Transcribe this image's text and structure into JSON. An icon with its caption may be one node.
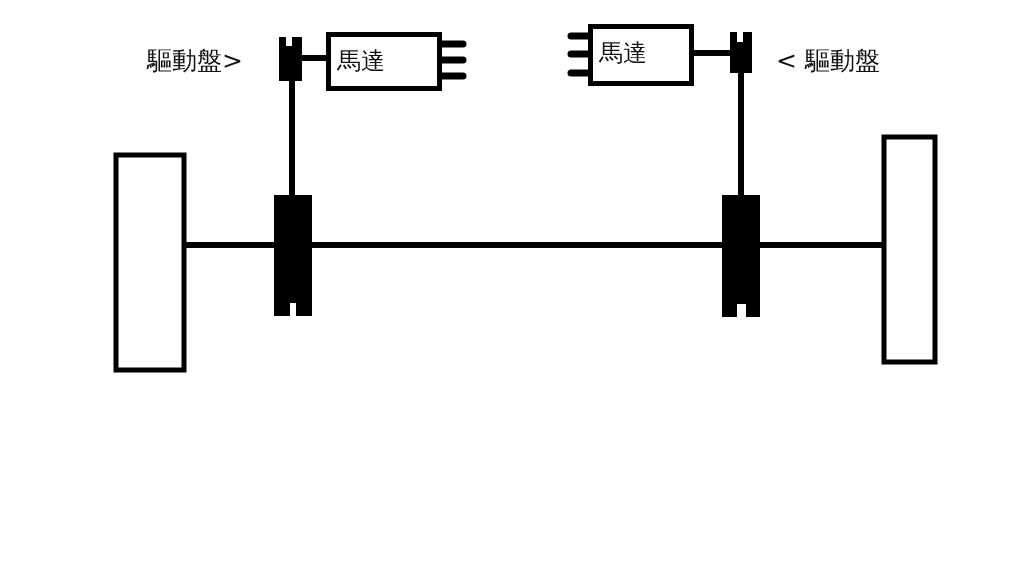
{
  "diagram": {
    "nodes": [
      {
        "text": [
          "馬達"
        ]
      },
      {
        "text": [
          "馬達"
        ]
      }
    ],
    "labels": [
      "驅動盤>",
      "< 驅動盤"
    ]
  }
}
